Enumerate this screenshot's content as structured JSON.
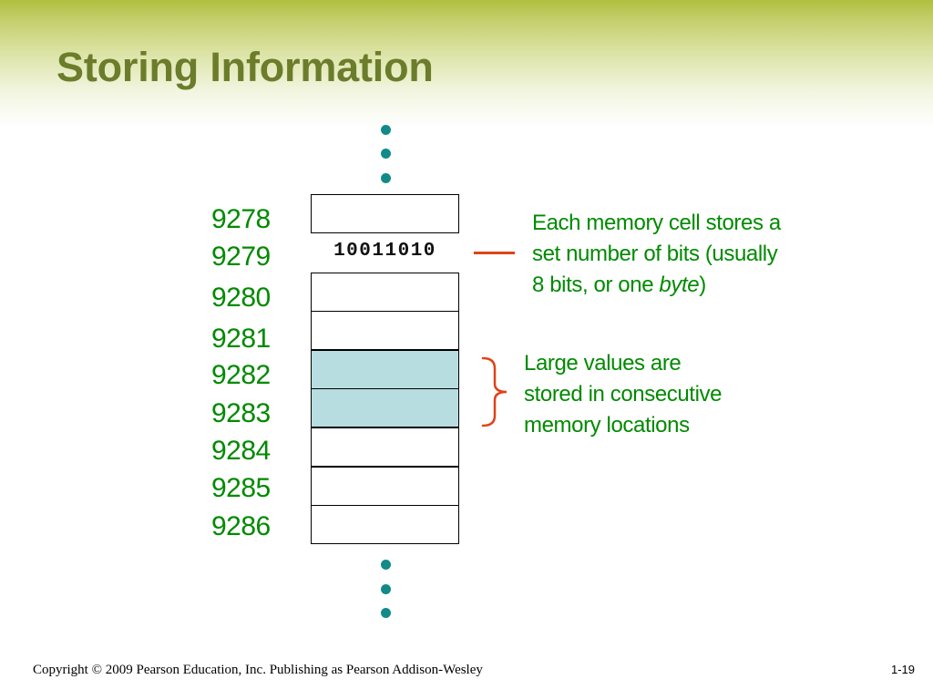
{
  "slide": {
    "title": "Storing Information",
    "footer": "Copyright © 2009 Pearson Education, Inc. Publishing as Pearson Addison-Wesley",
    "page_number": "1-19"
  },
  "memory": {
    "addresses": [
      "9278",
      "9279",
      "9280",
      "9281",
      "9282",
      "9283",
      "9284",
      "9285",
      "9286"
    ],
    "stored_value": "10011010",
    "highlighted_addresses": [
      "9282",
      "9283"
    ]
  },
  "notes": {
    "cell_note_line1": "Each memory cell stores a",
    "cell_note_line2": "set number of bits (usually",
    "cell_note_line3_prefix": "8 bits, or one ",
    "cell_note_line3_emphasis": "byte",
    "cell_note_line3_suffix": ")",
    "large_values_line1": "Large values are",
    "large_values_line2": "stored in consecutive",
    "large_values_line3": "memory locations"
  },
  "colors": {
    "title": "#6b7d2b",
    "label_text": "#008a00",
    "dots": "#138a8a",
    "highlight_cell": "#b8dde0",
    "connector": "#e0421a"
  }
}
